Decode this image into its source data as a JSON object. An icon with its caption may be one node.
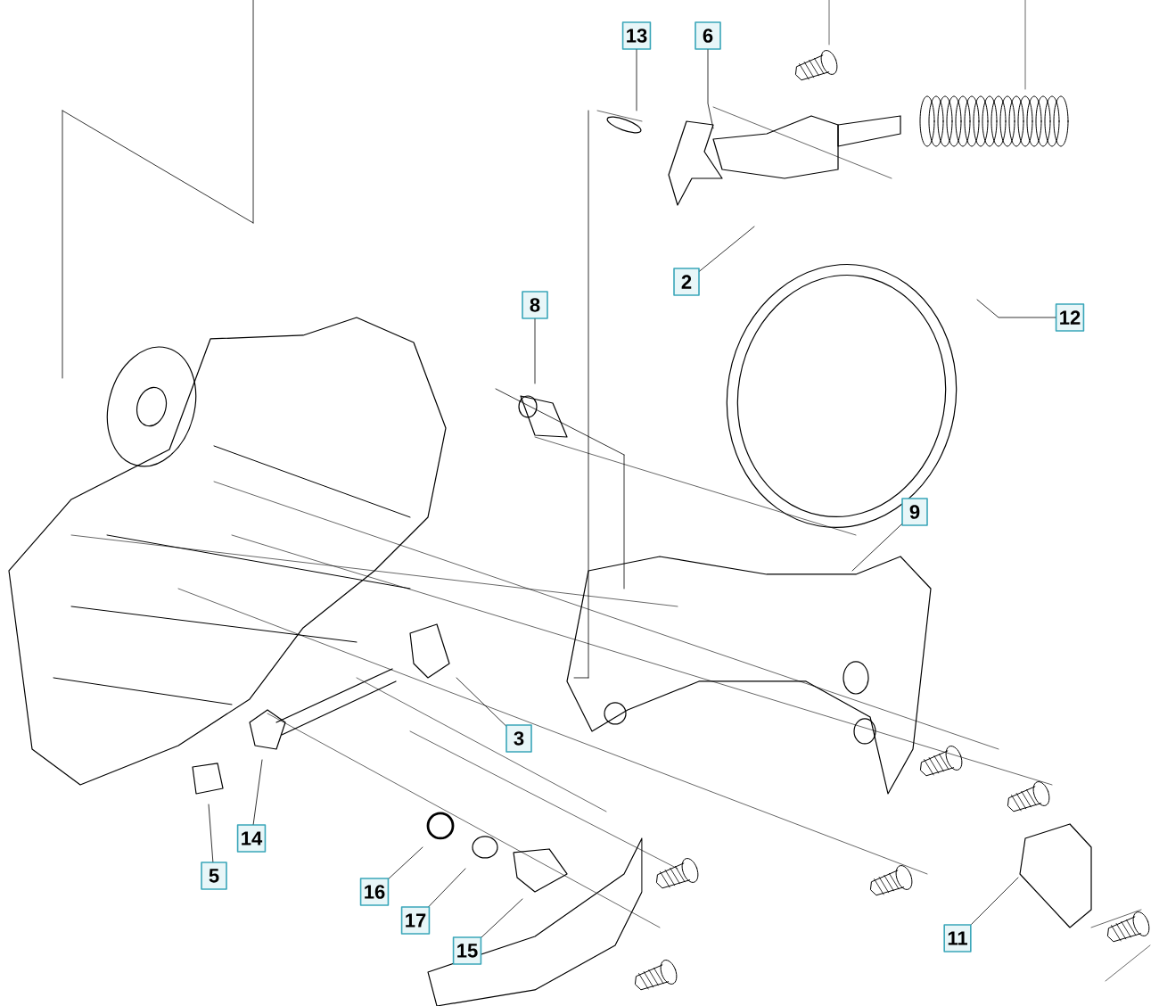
{
  "diagram": {
    "nodes": [
      {
        "text": [
          "13"
        ]
      },
      {
        "text": [
          "6"
        ]
      },
      {
        "text": [
          "2"
        ]
      },
      {
        "text": [
          "12"
        ]
      },
      {
        "text": [
          "8"
        ]
      },
      {
        "text": [
          "9"
        ]
      },
      {
        "text": [
          "3"
        ]
      },
      {
        "text": [
          "14"
        ]
      },
      {
        "text": [
          "5"
        ]
      },
      {
        "text": [
          "16"
        ]
      },
      {
        "text": [
          "17"
        ]
      },
      {
        "text": [
          "15"
        ]
      },
      {
        "text": [
          "11"
        ]
      }
    ],
    "edges": [
      {
        "from": 0,
        "to": null,
        "arrow": "none"
      },
      {
        "from": 1,
        "to": null,
        "arrow": "none"
      },
      {
        "from": 2,
        "to": null,
        "arrow": "none"
      },
      {
        "from": 3,
        "to": null,
        "arrow": "none"
      },
      {
        "from": 4,
        "to": null,
        "arrow": "none"
      },
      {
        "from": 5,
        "to": null,
        "arrow": "none"
      },
      {
        "from": 6,
        "to": null,
        "arrow": "none"
      },
      {
        "from": 7,
        "to": null,
        "arrow": "none"
      },
      {
        "from": 8,
        "to": null,
        "arrow": "none"
      },
      {
        "from": 9,
        "to": null,
        "arrow": "none"
      },
      {
        "from": 10,
        "to": null,
        "arrow": "none"
      },
      {
        "from": 11,
        "to": null,
        "arrow": "none"
      },
      {
        "from": 12,
        "to": null,
        "arrow": "none"
      }
    ]
  }
}
